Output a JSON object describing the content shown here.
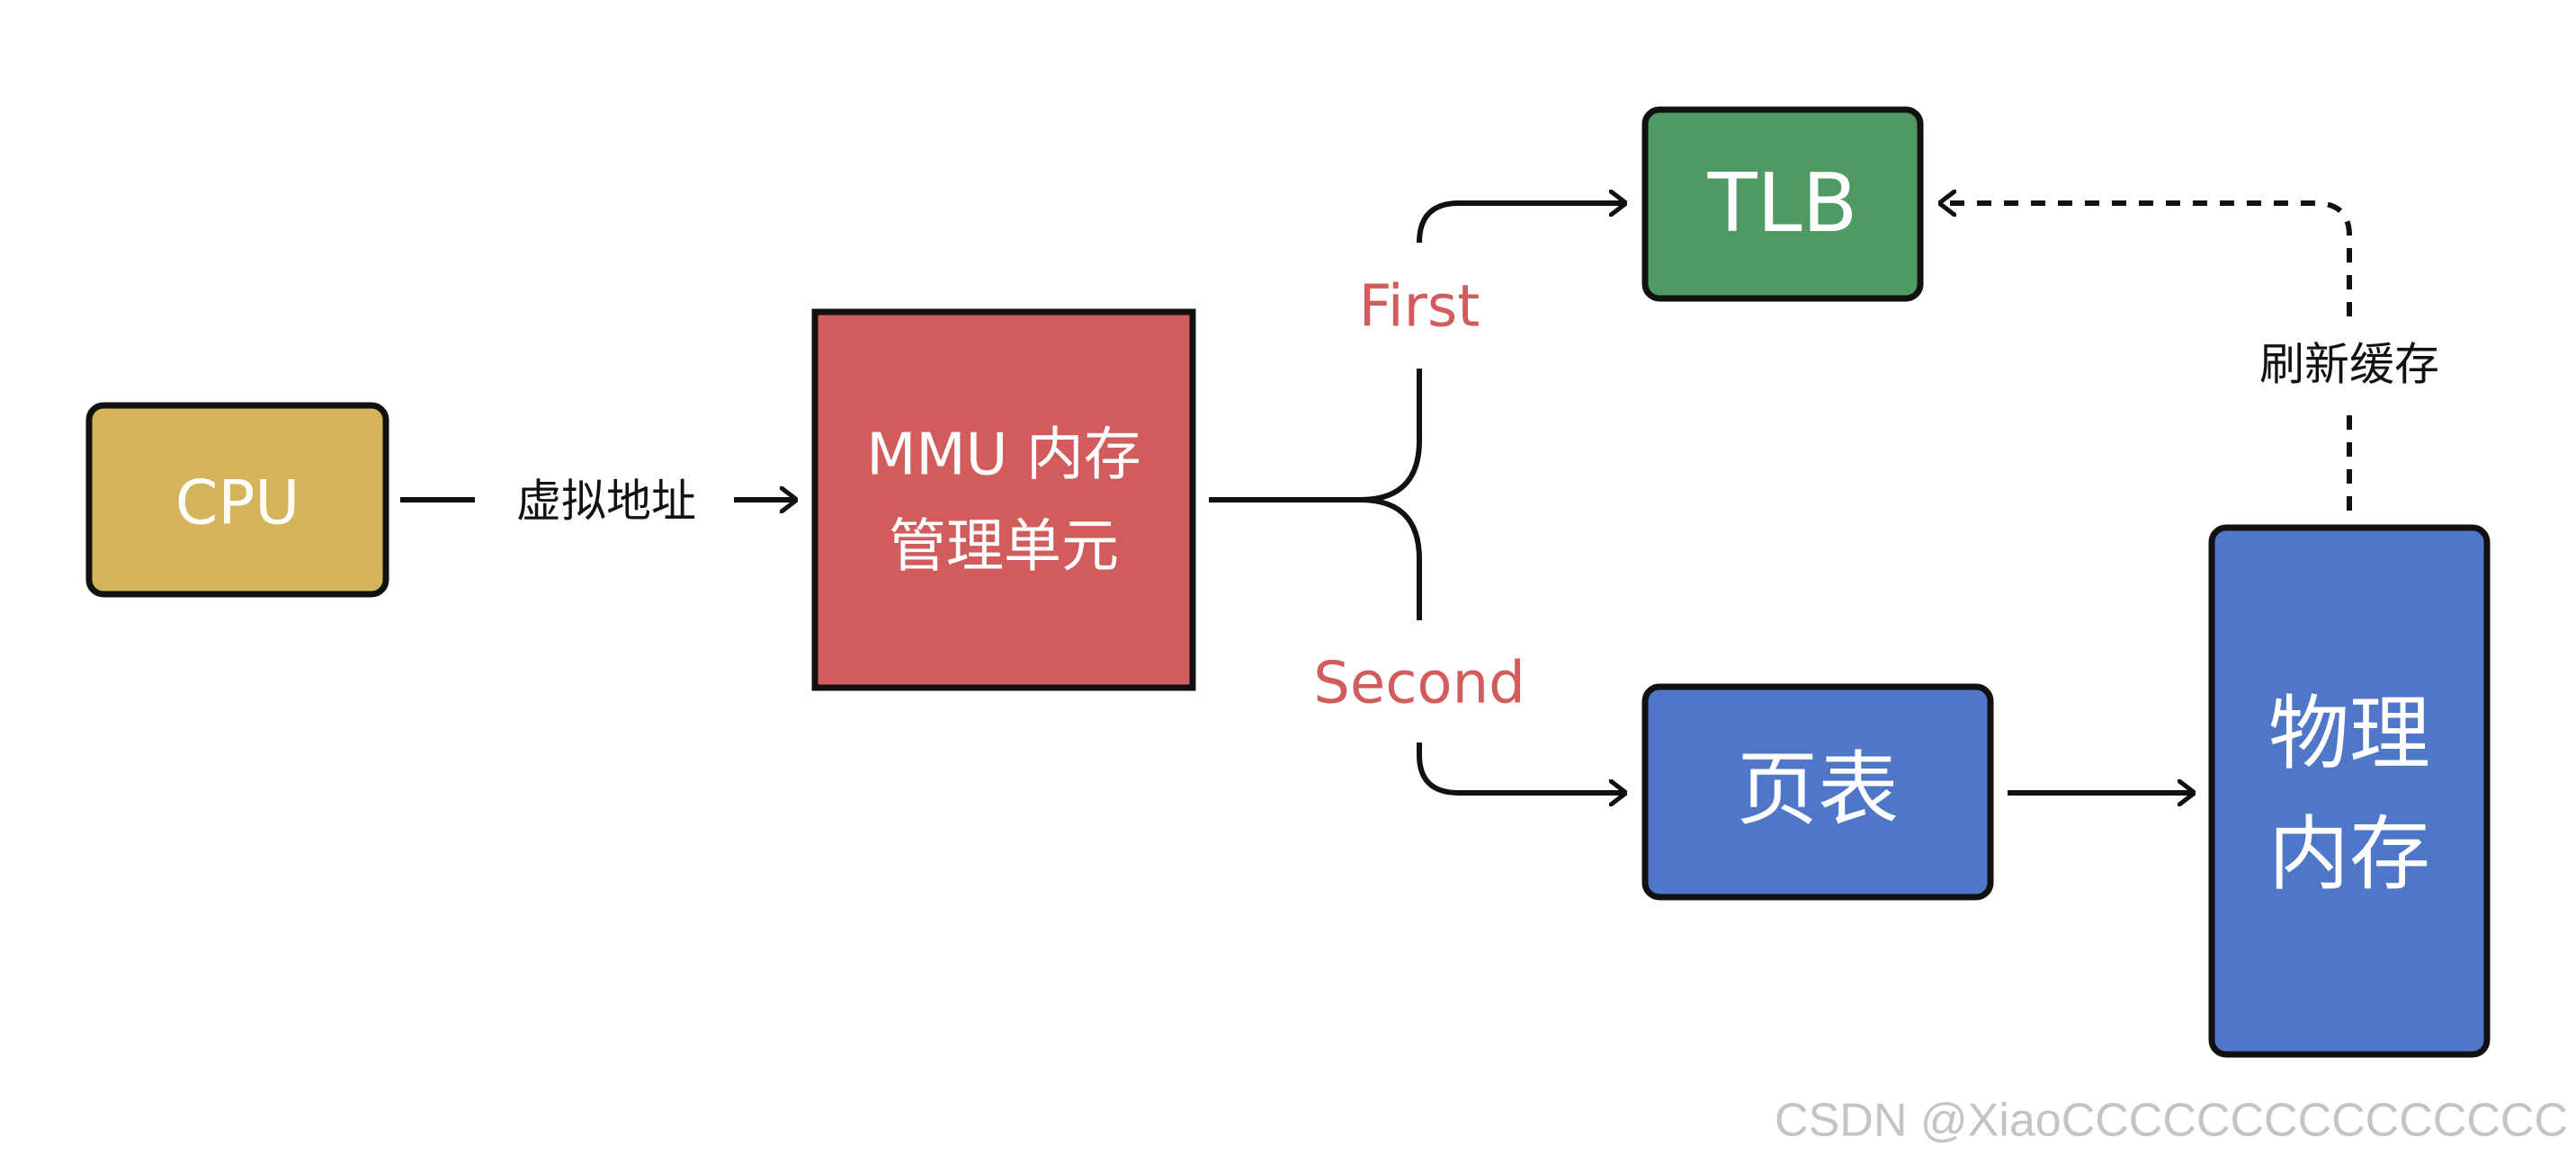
{
  "colors": {
    "cpu": "#d4b45a",
    "mmu": "#d25c5c",
    "tlb": "#4e9a62",
    "page_table": "#5077c7",
    "physical_memory": "#5077c7",
    "stroke": "#111111",
    "branch_text": "#d25c5c",
    "watermark": "#c4c4c4"
  },
  "nodes": {
    "cpu": {
      "label": "CPU"
    },
    "mmu": {
      "line1": "MMU 内存",
      "line2": "管理单元"
    },
    "tlb": {
      "label": "TLB"
    },
    "page_table": {
      "label": "页表"
    },
    "physical_memory": {
      "line1": "物理",
      "line2": "内存"
    }
  },
  "edges": {
    "cpu_to_mmu": {
      "label": "虚拟地址"
    },
    "first_branch": {
      "label": "First"
    },
    "second_branch": {
      "label": "Second"
    },
    "refresh_cache": {
      "label": "刷新缓存"
    }
  },
  "watermark": "CSDN @XiaoCCCCCCCCCCCCCCC"
}
